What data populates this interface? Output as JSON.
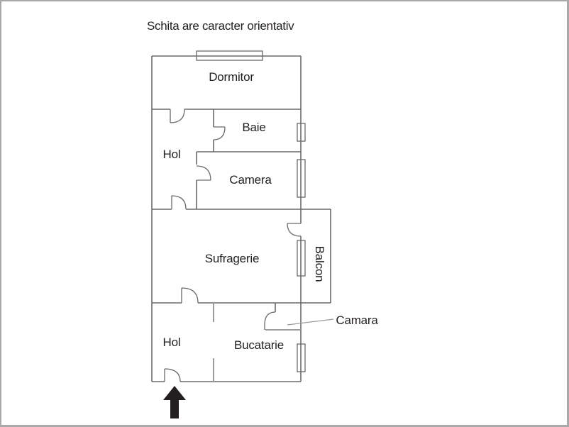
{
  "title": "Schita are caracter orientativ",
  "plan": {
    "rooms": {
      "dormitor": "Dormitor",
      "baie": "Baie",
      "hol_upper": "Hol",
      "camera": "Camera",
      "sufragerie": "Sufragerie",
      "balcon": "Balcon",
      "bucatarie": "Bucatarie",
      "hol_lower": "Hol",
      "camara": "Camara"
    },
    "icons": {
      "entrance": "up-arrow-icon"
    },
    "colors": {
      "wall": "#6a6a6a",
      "light_partition": "#9b9b9b",
      "text": "#231f20",
      "arrow": "#231f20",
      "page_border": "#a8a8a8"
    }
  }
}
